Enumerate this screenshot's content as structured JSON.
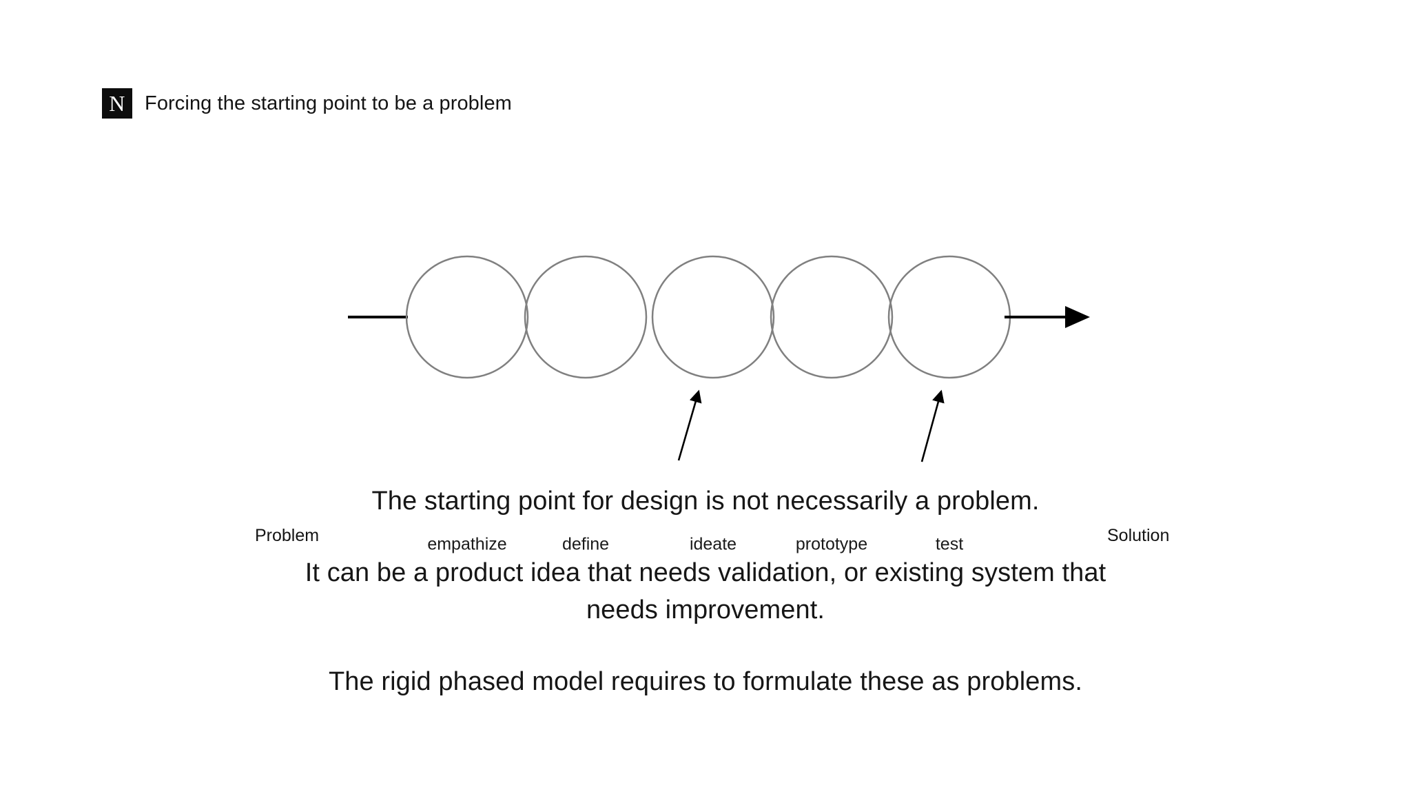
{
  "header": {
    "logo_letter": "N",
    "logo_name": "notion-logo",
    "title": "Forcing the starting point to be a problem"
  },
  "diagram": {
    "type": "linear-process-flow",
    "start_label": "Problem",
    "end_label": "Solution",
    "stages": [
      {
        "label": "empathize"
      },
      {
        "label": "define"
      },
      {
        "label": "ideate"
      },
      {
        "label": "prototype"
      },
      {
        "label": "test"
      }
    ],
    "annotation_arrows": [
      {
        "points_to": "ideate"
      },
      {
        "points_to": "test"
      }
    ],
    "colors": {
      "circle_stroke": "#808080",
      "connector": "#000000",
      "text": "#1a1a1a",
      "background": "#ffffff"
    }
  },
  "body": {
    "paragraphs": [
      "The starting point for design is not necessarily a problem.",
      "It can be a product idea that needs validation, or existing system that needs improvement.",
      "The rigid phased model requires to formulate these as problems."
    ]
  }
}
